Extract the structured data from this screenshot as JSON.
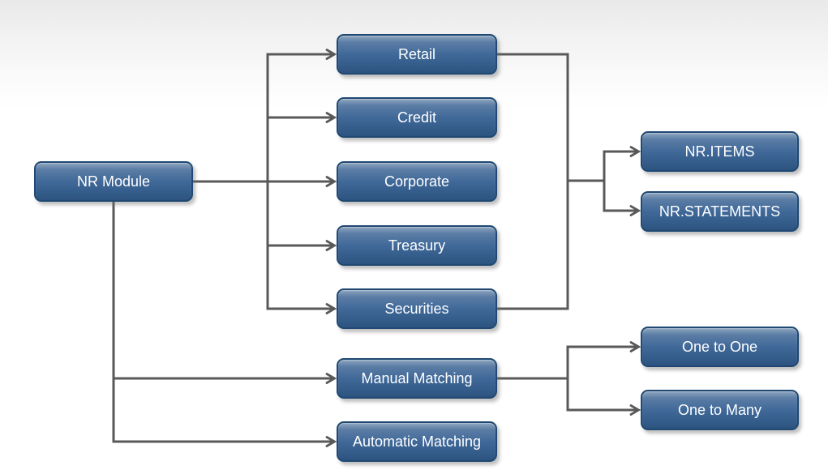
{
  "colors": {
    "background_top": "#e9e9e9",
    "box_gradient_top": "#8fa6bf",
    "box_gradient_upper": "#5b7da5",
    "box_gradient_mid": "#3f6898",
    "box_gradient_bottom": "#2d5480",
    "box_border": "#1f4872",
    "box_text": "#ffffff",
    "connector": "#595959"
  },
  "nodes": {
    "root": {
      "label": "NR Module"
    },
    "branches": [
      {
        "label": "Retail"
      },
      {
        "label": "Credit"
      },
      {
        "label": "Corporate"
      },
      {
        "label": "Treasury"
      },
      {
        "label": "Securities"
      }
    ],
    "records": [
      {
        "label": "NR.ITEMS"
      },
      {
        "label": "NR.STATEMENTS"
      }
    ],
    "matching": [
      {
        "label": "Manual Matching"
      },
      {
        "label": "Automatic Matching"
      }
    ],
    "manual_matching_types": [
      {
        "label": "One to One"
      },
      {
        "label": "One to Many"
      }
    ]
  }
}
